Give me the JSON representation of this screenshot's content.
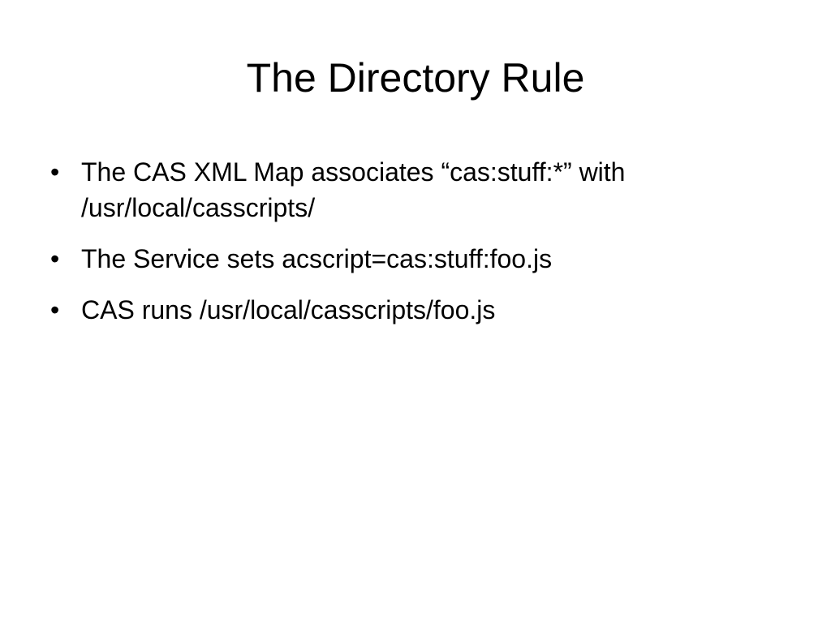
{
  "slide": {
    "title": "The Directory Rule",
    "bullets": [
      {
        "marker": "•",
        "text": "The CAS XML Map associates “cas:stuff:*” with /usr/local/casscripts/"
      },
      {
        "marker": "•",
        "text": "The Service sets acscript=cas:stuff:foo.js"
      },
      {
        "marker": "•",
        "text": "CAS runs /usr/local/casscripts/foo.js"
      }
    ]
  }
}
